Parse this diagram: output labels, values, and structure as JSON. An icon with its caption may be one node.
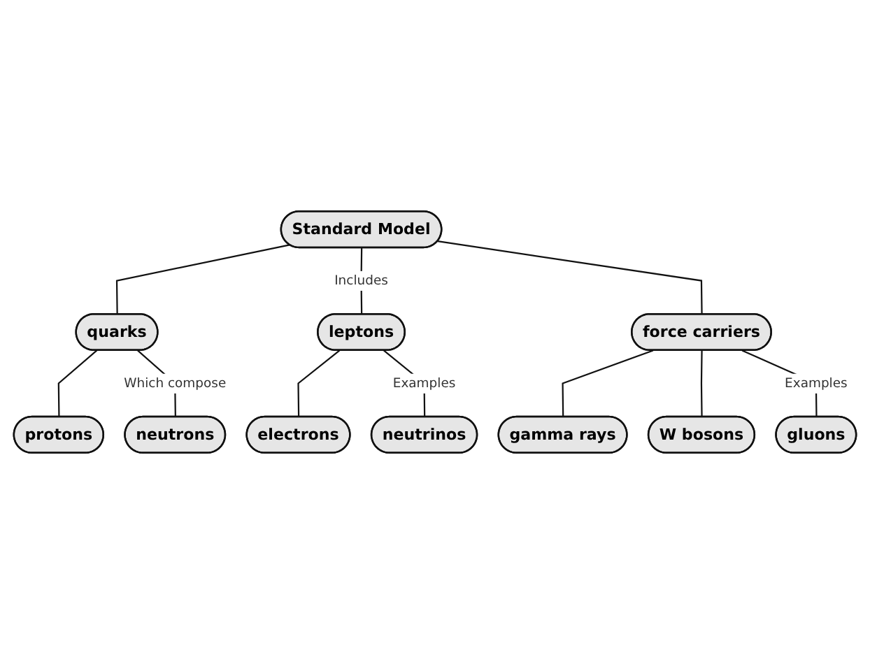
{
  "diagram": {
    "nodes": [
      {
        "text": [
          "Standard Model"
        ]
      },
      {
        "text": [
          "quarks"
        ]
      },
      {
        "text": [
          "leptons"
        ]
      },
      {
        "text": [
          "force carriers"
        ]
      },
      {
        "text": [
          "protons"
        ]
      },
      {
        "text": [
          "neutrons"
        ]
      },
      {
        "text": [
          "electrons"
        ]
      },
      {
        "text": [
          "neutrinos"
        ]
      },
      {
        "text": [
          "gamma rays"
        ]
      },
      {
        "text": [
          "W bosons"
        ]
      },
      {
        "text": [
          "gluons"
        ]
      }
    ],
    "edges": [
      {
        "from": 0,
        "to": 1,
        "arrow": "none"
      },
      {
        "from": 0,
        "to": 2,
        "arrow": "none",
        "label": "Includes"
      },
      {
        "from": 0,
        "to": 3,
        "arrow": "none"
      },
      {
        "from": 1,
        "to": 4,
        "arrow": "none"
      },
      {
        "from": 1,
        "to": 5,
        "arrow": "none",
        "label": "Which compose"
      },
      {
        "from": 2,
        "to": 6,
        "arrow": "none"
      },
      {
        "from": 2,
        "to": 7,
        "arrow": "none",
        "label": "Examples"
      },
      {
        "from": 3,
        "to": 8,
        "arrow": "none"
      },
      {
        "from": 3,
        "to": 9,
        "arrow": "none"
      },
      {
        "from": 3,
        "to": 10,
        "arrow": "none",
        "label": "Examples"
      }
    ]
  }
}
